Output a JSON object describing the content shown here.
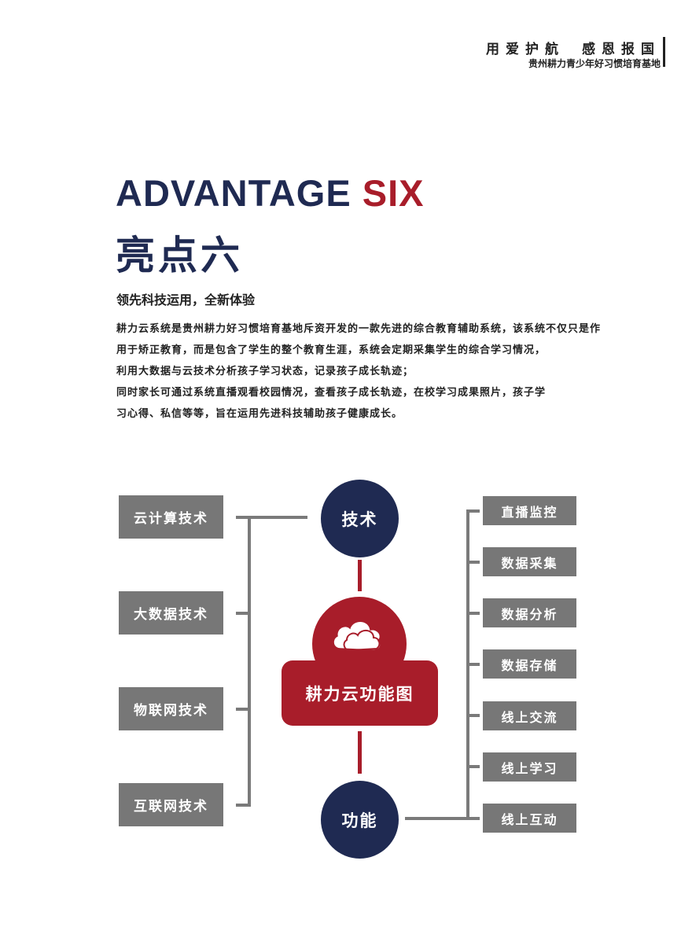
{
  "header": {
    "slogan_left": "用爱护航",
    "slogan_right": "感恩报国",
    "subtitle": "贵州耕力青少年好习惯培育基地"
  },
  "hero": {
    "advantage_word": "ADVANTAGE",
    "advantage_num": "SIX",
    "title_cn": "亮点六",
    "subtitle": "领先科技运用，全新体验",
    "paragraph_lines": [
      "耕力云系统是贵州耕力好习惯培育基地斥资开发的一款先进的综合教育辅助系统，该系统不仅只是作",
      "用于矫正教育，而是包含了学生的整个教育生涯，系统会定期采集学生的综合学习情况，",
      "利用大数据与云技术分析孩子学习状态，记录孩子成长轨迹；",
      "同时家长可通过系统直播观看校园情况，查看孩子成长轨迹，在校学习成果照片，孩子学",
      "习心得、私信等等，旨在运用先进科技辅助孩子健康成长。"
    ]
  },
  "diagram": {
    "tech_label": "技术",
    "func_label": "功能",
    "center_label": "耕力云功能图",
    "center_icon": "cloud-icon",
    "tech_items": [
      "云计算技术",
      "大数据技术",
      "物联网技术",
      "互联网技术"
    ],
    "func_items": [
      "直播监控",
      "数据采集",
      "数据分析",
      "数据存储",
      "线上交流",
      "线上学习",
      "线上互动"
    ]
  },
  "colors": {
    "navy": "#1f2a52",
    "red": "#a81d2a",
    "gray": "#777777"
  }
}
